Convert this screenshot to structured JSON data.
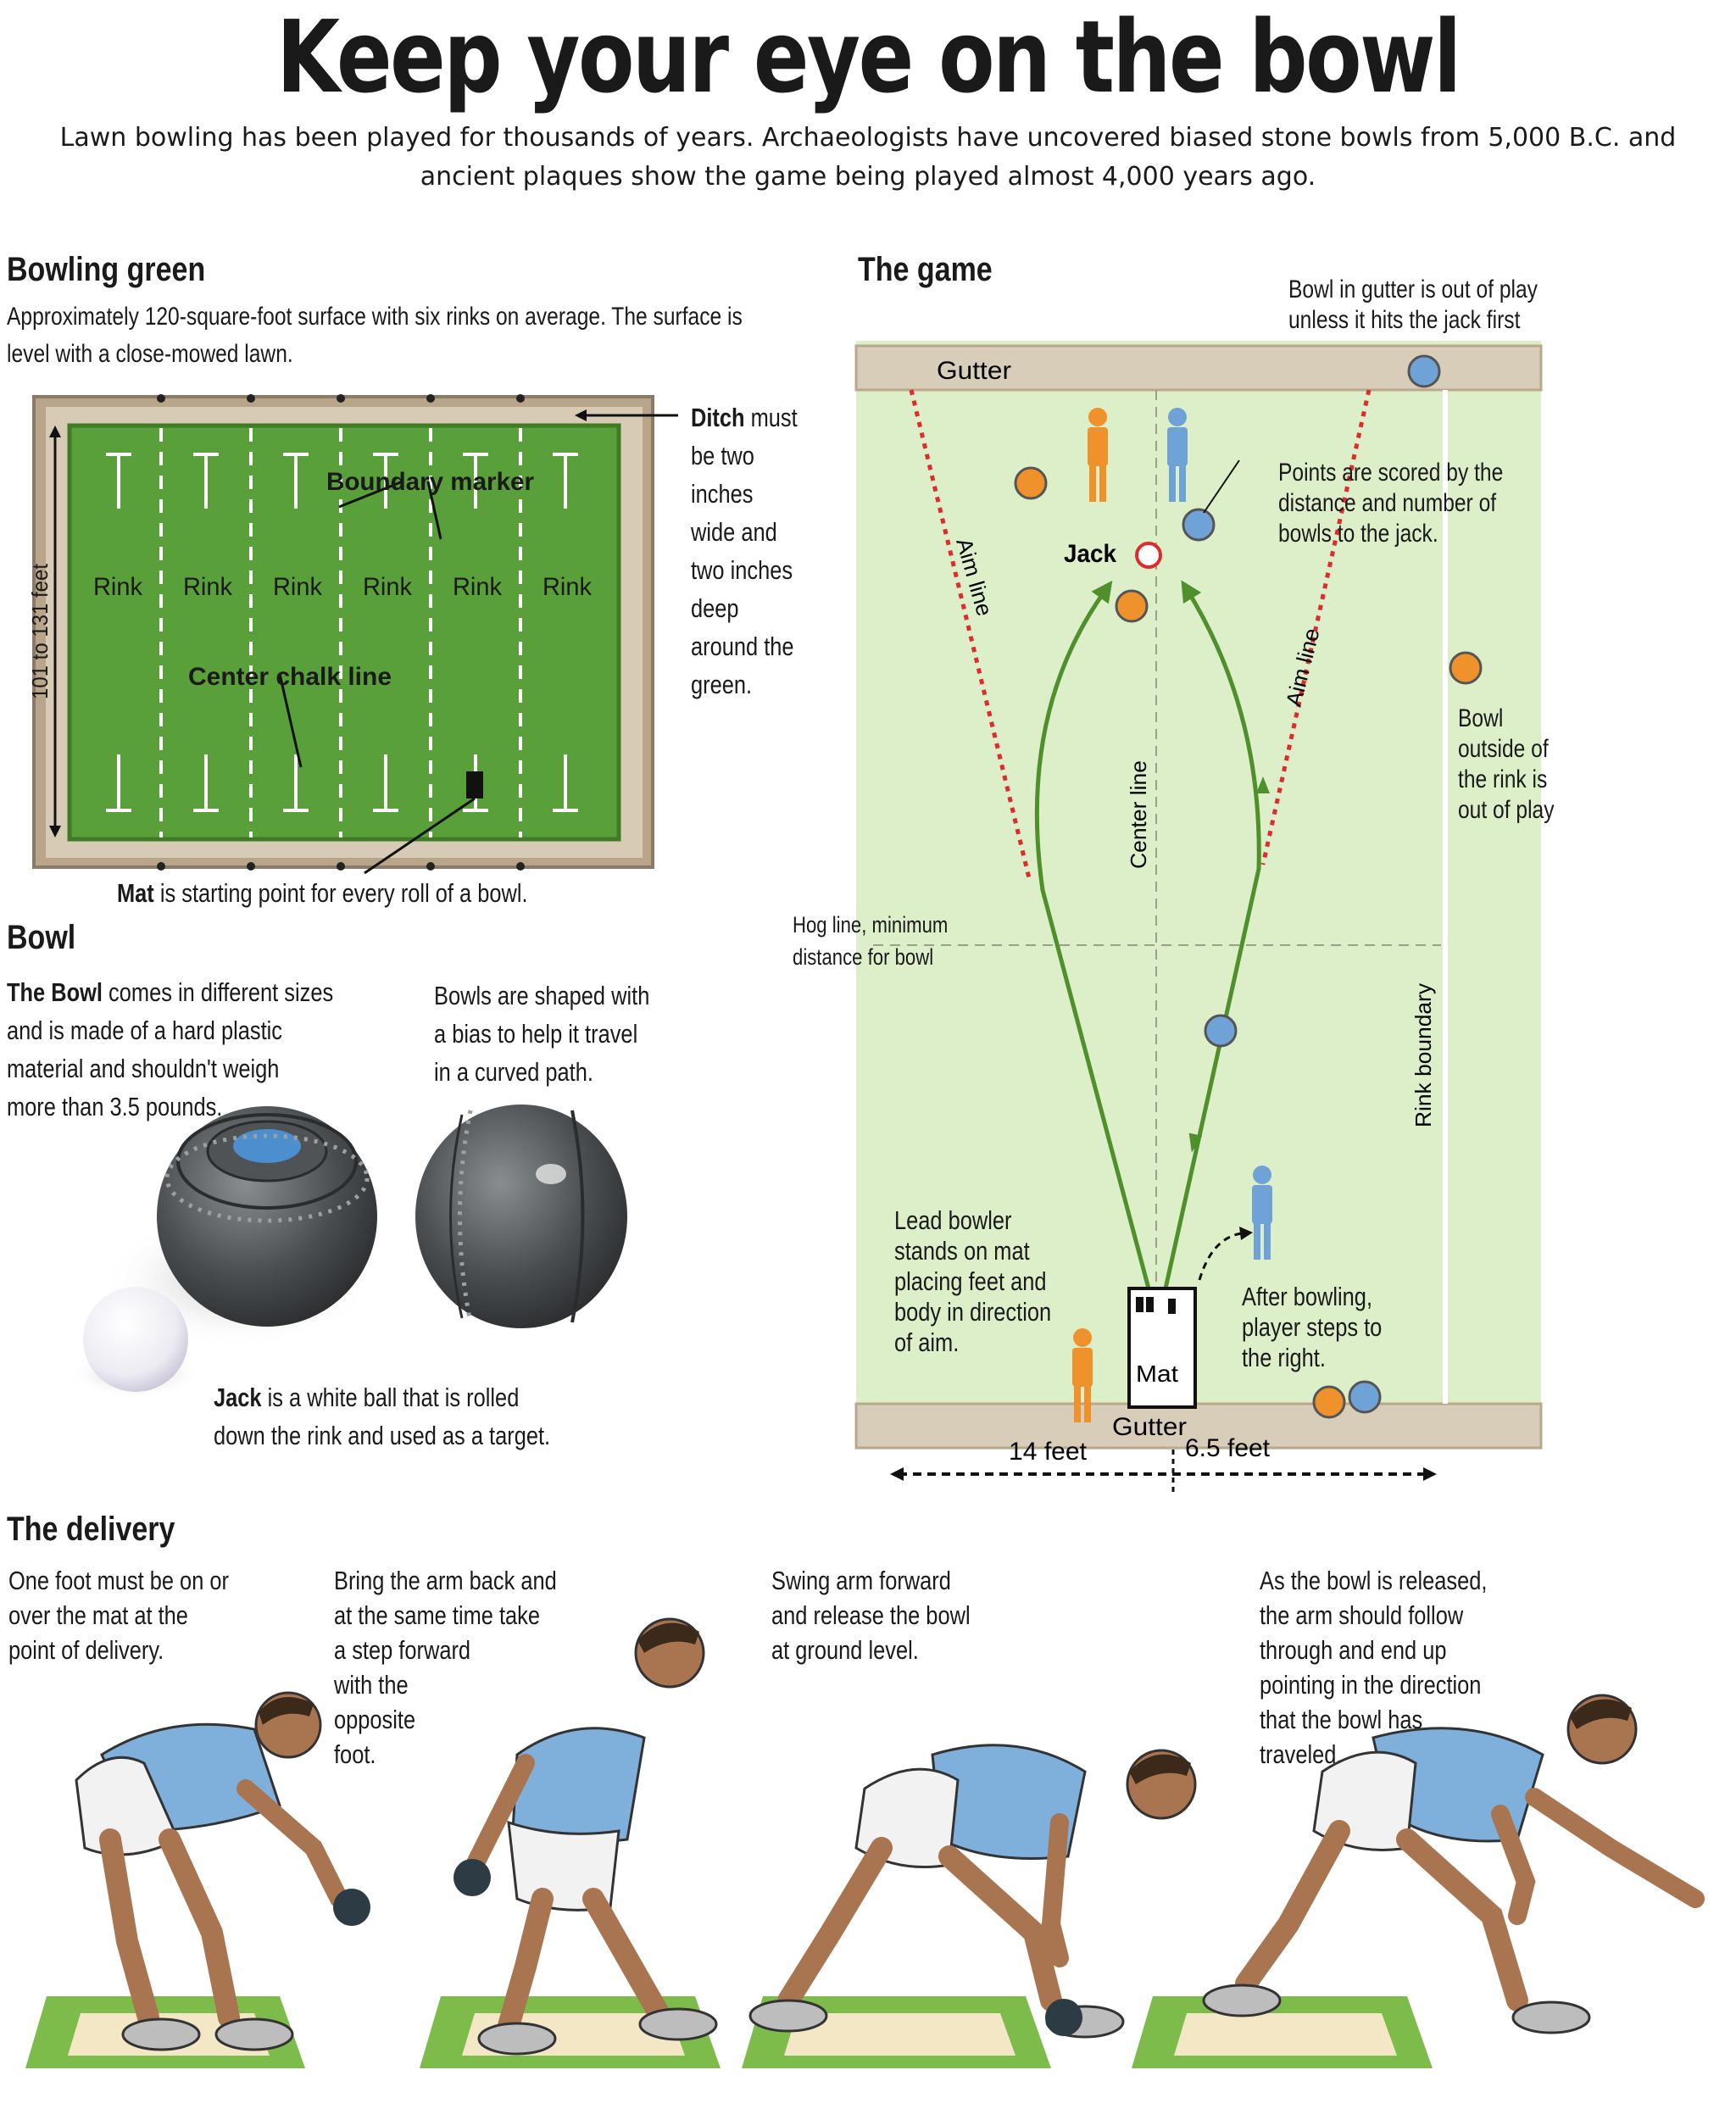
{
  "title": "Keep your eye on the bowl",
  "intro": "Lawn bowling has been played for thousands of years. Archaeologists have uncovered biased stone bowls from 5,000 B.C. and ancient plaques show the game being played almost 4,000 years ago.",
  "green": {
    "heading": "Bowling green",
    "description": "Approximately 120-square-foot surface with six rinks on average. The surface is level with a close-mowed lawn.",
    "rink_label": "Rink",
    "boundary_marker": "Boundary marker",
    "center_chalk_line": "Center chalk line",
    "dimension": "101 to 131 feet",
    "ditch_bold": "Ditch",
    "ditch_lines": [
      "must",
      "be two",
      "inches",
      "wide and",
      "two inches",
      "deep",
      "around the",
      "green."
    ],
    "mat_bold": "Mat",
    "mat_text": " is starting point for every roll of a bowl."
  },
  "bowl": {
    "heading": "Bowl",
    "desc_bold": "The Bowl",
    "desc_lines": [
      " comes in different sizes",
      "and is made of a hard plastic",
      "material and shouldn't weigh",
      "more than 3.5 pounds."
    ],
    "bias_lines": [
      "Bowls are shaped with",
      "a bias to help it travel",
      "in a curved path."
    ],
    "jack_bold": "Jack",
    "jack_lines": [
      " is a white ball that is rolled",
      "down the rink and used as a target."
    ]
  },
  "game": {
    "heading": "The game",
    "gutter_top": "Gutter",
    "gutter_bottom": "Gutter",
    "gutter_note": [
      "Bowl in gutter is out of play",
      "unless it hits the jack first"
    ],
    "points_note": [
      "Points are scored by the",
      "distance and number of",
      "bowls to the jack."
    ],
    "jack": "Jack",
    "aim_line": "Aim line",
    "center_line": "Center line",
    "outside_note": [
      "Bowl",
      "outside of",
      "the rink is",
      "out of play"
    ],
    "hog_line": [
      "Hog line, minimum",
      "distance for bowl"
    ],
    "rink_boundary": "Rink boundary",
    "lead_note": [
      "Lead bowler",
      "stands on mat",
      "placing feet and",
      "body in direction",
      "of aim."
    ],
    "after_note": [
      "After bowling,",
      "player steps to",
      "the right."
    ],
    "mat": "Mat",
    "dist_left": "14 feet",
    "dist_right": "6.5 feet",
    "colors": {
      "orange": "#f0922b",
      "blue": "#6fa3d8",
      "green": "#4f8f2c",
      "aim": "#e02b2b"
    }
  },
  "delivery": {
    "heading": "The delivery",
    "steps": [
      [
        "One foot must be on or",
        "over the mat at the",
        "point of delivery."
      ],
      [
        "Bring the arm back and",
        "at the same time take",
        "a step forward",
        "with the",
        "opposite",
        "foot."
      ],
      [
        "Swing arm forward",
        "and release the bowl",
        "at ground level."
      ],
      [
        "As the bowl is released,",
        "the arm should follow",
        "through and end up",
        "pointing in the direction",
        "that the bowl has",
        "traveled."
      ]
    ]
  }
}
